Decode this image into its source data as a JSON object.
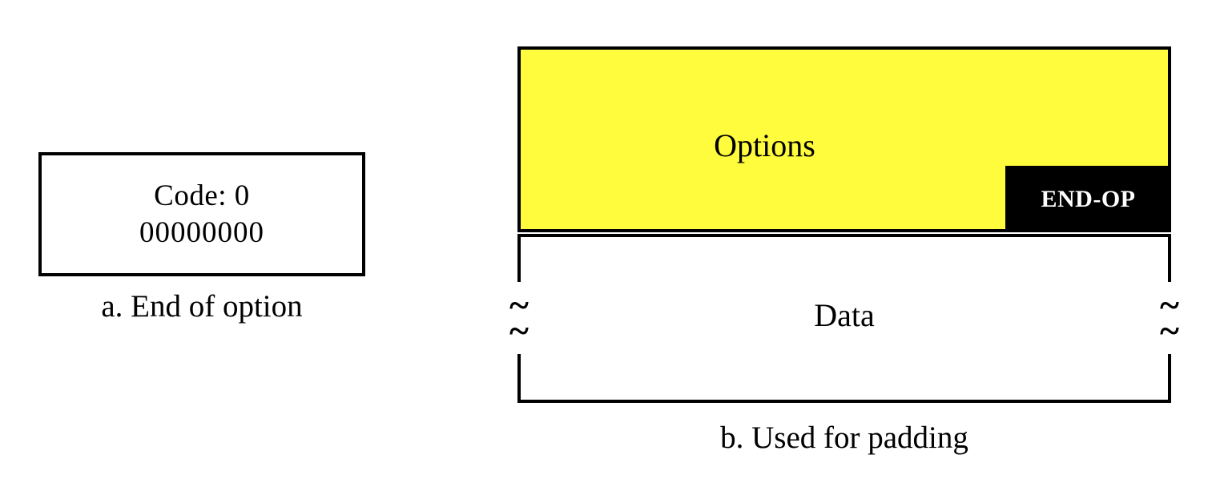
{
  "figure": {
    "panel_a": {
      "box": {
        "code_line": "Code: 0",
        "bits_line": "00000000"
      },
      "caption": "a. End of option"
    },
    "panel_b": {
      "options_label": "Options",
      "end_of_option_label": "END-OP",
      "data_label": "Data",
      "break_symbol": "~",
      "caption": "b. Used for padding"
    }
  },
  "colors": {
    "options_fill": "#FFFB3D",
    "endop_fill": "#000000",
    "endop_text": "#FFFFFF",
    "stroke": "#000000",
    "background": "#FFFFFF"
  }
}
